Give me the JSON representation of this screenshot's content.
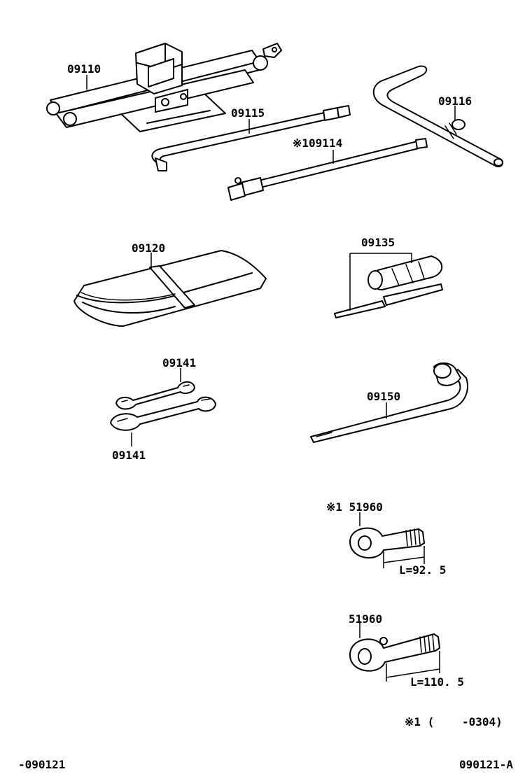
{
  "labels": {
    "jack": "09110",
    "jack_handle": "09115",
    "jack_handle_ext": "※109114",
    "jack_handle_end": "09116",
    "tool_bag": "09120",
    "screwdriver": "09135",
    "wrench_top": "09141",
    "wrench_bottom": "09141",
    "wheel_wrench": "09150",
    "towing_eye_1": "※1 51960",
    "towing_eye_1_length": "L=92. 5",
    "towing_eye_2": "51960",
    "towing_eye_2_length": "L=110. 5"
  },
  "footnote": {
    "mark": "※1 (",
    "range": "-0304)"
  },
  "footer": {
    "left": "-090121",
    "right": "090121-A"
  }
}
